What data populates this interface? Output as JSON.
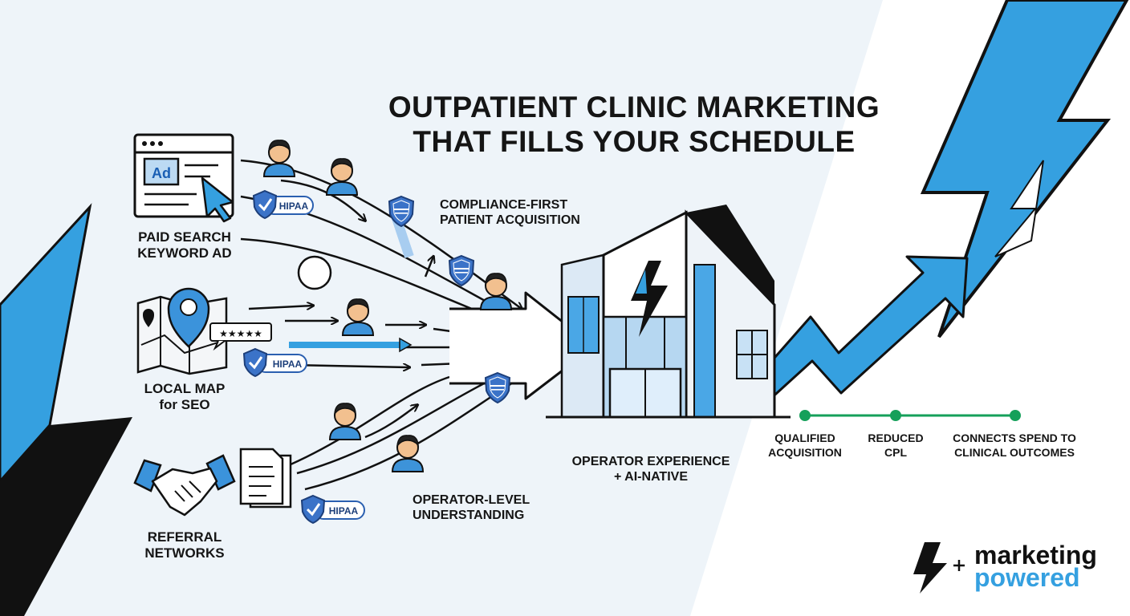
{
  "title": {
    "line1": "OUTPATIENT CLINIC MARKETING",
    "line2": "THAT FILLS YOUR SCHEDULE"
  },
  "sources": [
    {
      "line1": "PAID SEARCH",
      "line2": "KEYWORD AD",
      "icon": "browser-ad-icon"
    },
    {
      "line1": "LOCAL MAP",
      "line2": "for SEO",
      "icon": "map-pin-icon"
    },
    {
      "line1": "REFERRAL",
      "line2": "NETWORKS",
      "icon": "handshake-icon"
    }
  ],
  "ad_text": "Ad",
  "rating_text": "★★★★★",
  "badges": {
    "hipaa": "HIPAA"
  },
  "flow_labels": {
    "compliance": {
      "line1": "COMPLIANCE-FIRST",
      "line2": "PATIENT ACQUISITION"
    },
    "operator_level": {
      "line1": "OPERATOR-LEVEL",
      "line2": "UNDERSTANDING"
    },
    "operator_experience": {
      "line1": "OPERATOR EXPERIENCE",
      "line2": "+ AI-NATIVE"
    }
  },
  "outcomes": [
    {
      "line1": "QUALIFIED",
      "line2": "ACQUISITION"
    },
    {
      "line1": "REDUCED",
      "line2": "CPL"
    },
    {
      "line1": "CONNECTS SPEND TO",
      "line2": "CLINICAL OUTCOMES"
    }
  ],
  "brand": {
    "word1": "marketing",
    "word2": "powered"
  },
  "colors": {
    "accent_blue": "#35a0e0",
    "ink": "#111111",
    "badge_blue": "#3b73c8",
    "timeline_green": "#15a05a",
    "background": "#eef4f9"
  }
}
